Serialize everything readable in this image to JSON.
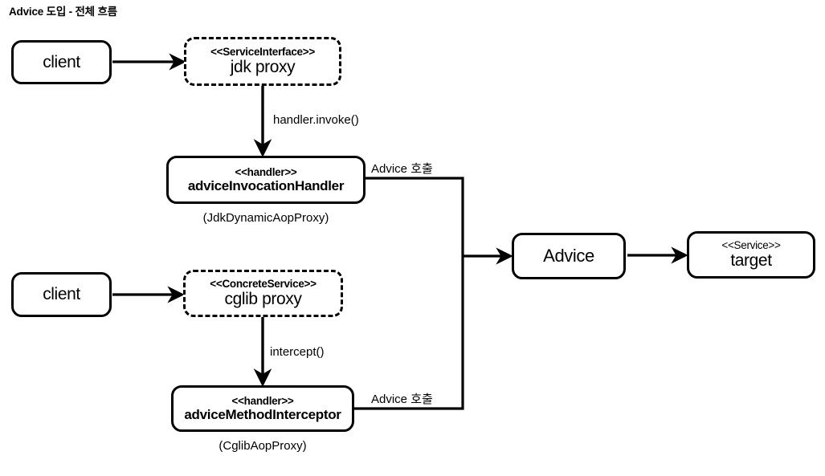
{
  "title": "Advice 도입 - 전체 흐름",
  "nodes": {
    "client_top": {
      "name": "client"
    },
    "jdk_proxy": {
      "stereotype": "<<ServiceInterface>>",
      "name": "jdk proxy"
    },
    "advice_invocation_handler": {
      "stereotype": "<<handler>>",
      "name": "adviceInvocationHandler",
      "caption": "(JdkDynamicAopProxy)"
    },
    "client_bottom": {
      "name": "client"
    },
    "cglib_proxy": {
      "stereotype": "<<ConcreteService>>",
      "name": "cglib proxy"
    },
    "advice_method_interceptor": {
      "stereotype": "<<handler>>",
      "name": "adviceMethodInterceptor",
      "caption": "(CglibAopProxy)"
    },
    "advice": {
      "name": "Advice"
    },
    "target": {
      "stereotype": "<<Service>>",
      "name": "target"
    }
  },
  "edge_labels": {
    "handler_invoke": "handler.invoke()",
    "intercept": "intercept()",
    "advice_call_top": "Advice 호출",
    "advice_call_bottom": "Advice 호출"
  },
  "colors": {
    "stroke": "#000000",
    "background": "#ffffff",
    "text": "#000000"
  }
}
